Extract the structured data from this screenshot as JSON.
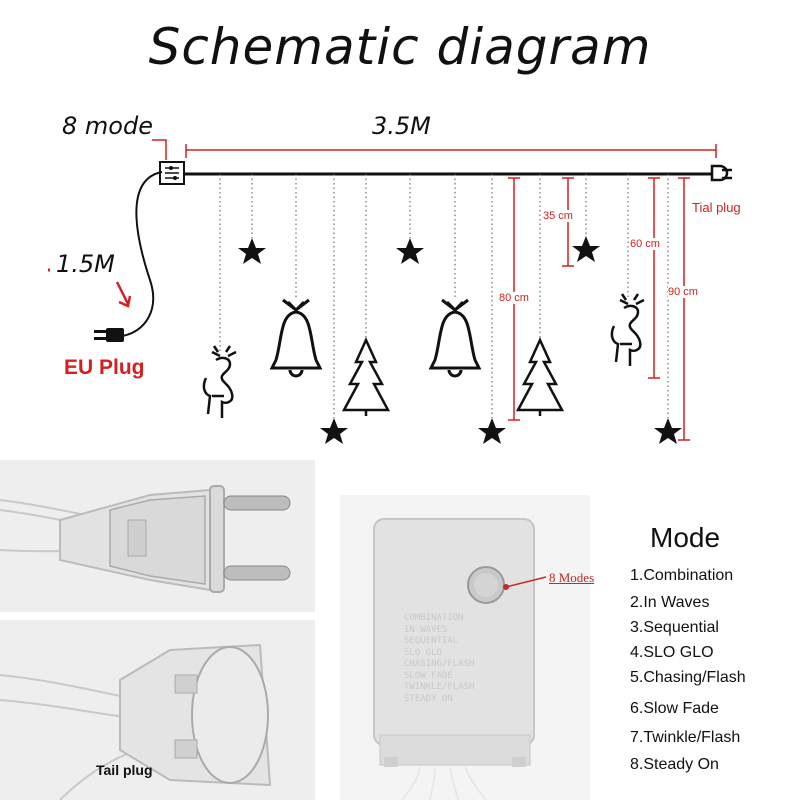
{
  "title": "Schematic diagram",
  "labels": {
    "mode_box": "8 mode",
    "length_main": "3.5M",
    "length_cord": "1.5M",
    "eu_plug": "EU Plug",
    "tail_plug_red": "Tial plug",
    "cm35": "35 cm",
    "cm60": "60 cm",
    "cm80": "80 cm",
    "cm90": "90 cm",
    "tail_plug_photo": "Tail plug",
    "modes_pointer": "8 Modes"
  },
  "controller_print": [
    "COMBINATION",
    "IN WAVES",
    "SEQUENTIAL",
    "SLO GLO",
    "CHASING/FLASH",
    "SLOW FADE",
    "TWINKLE/FLASH",
    "STEADY ON"
  ],
  "mode": {
    "heading": "Mode",
    "items": [
      "1.Combination",
      "2.In Waves",
      "3.Sequential",
      "4.SLO GLO",
      "5.Chasing/Flash",
      "6.Slow Fade",
      "7.Twinkle/Flash",
      "8.Steady On"
    ]
  },
  "colors": {
    "accent_red": "#d42020",
    "line": "#111111",
    "photo_bg": "#eeeeee"
  }
}
